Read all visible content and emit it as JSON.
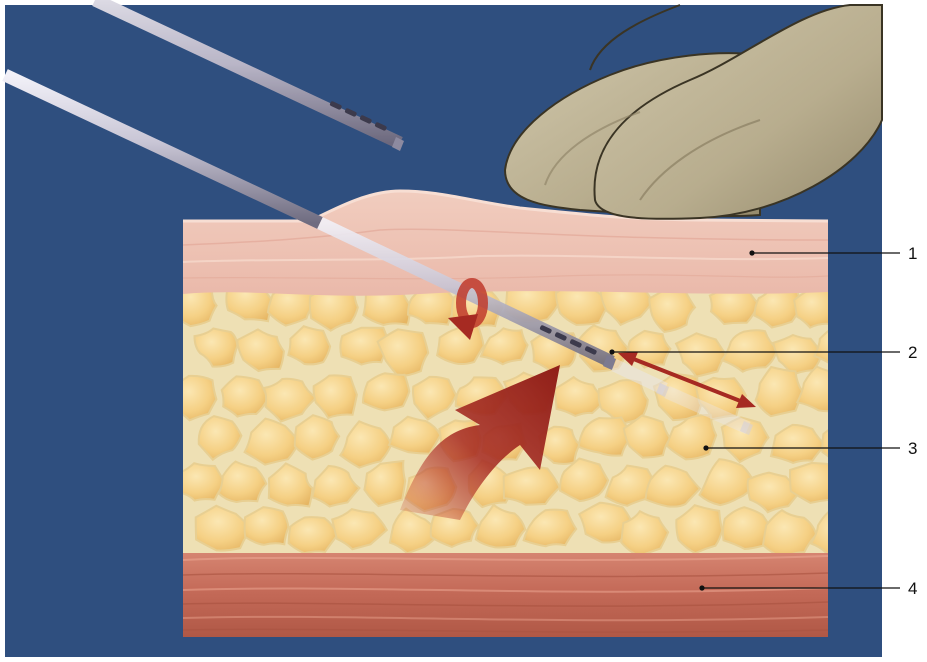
{
  "figure": {
    "colors": {
      "background": "#2f4f7f",
      "skin": "#efc4b8",
      "skin_surface": "#f3d2c6",
      "fat_lobule": "#f6d48a",
      "fat_septa": "#efe2b8",
      "muscle": "#c46a58",
      "cannula": "#c9c6d6",
      "arrow": "#a62a22",
      "glove": "#b8ad8e"
    },
    "icons": [
      "cannula",
      "glove-hand",
      "rotation-arrow",
      "curved-arrow",
      "double-arrow"
    ],
    "callouts": [
      {
        "label": "1"
      },
      {
        "label": "2"
      },
      {
        "label": "3"
      },
      {
        "label": "4"
      }
    ]
  }
}
